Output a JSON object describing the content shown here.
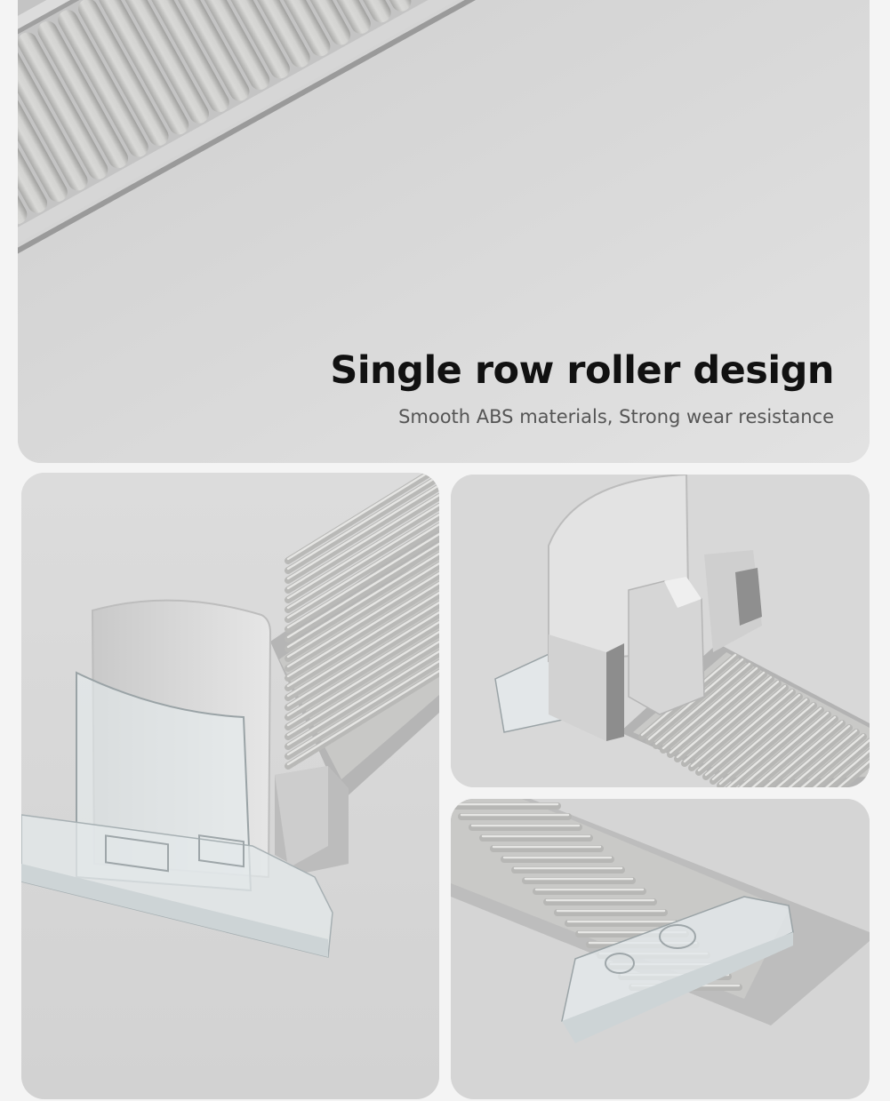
{
  "headline": {
    "title": "Single row roller design",
    "subtitle": "Smooth ABS materials, Strong wear resistance"
  },
  "palette": {
    "background": "#f4f4f4",
    "panel": "#d9d9d9",
    "roller": "#cfcfcd",
    "rail": "#b9b9b9",
    "title_text": "#111111",
    "subtitle_text": "#555555"
  },
  "images": [
    {
      "name": "roller-track-closeup"
    },
    {
      "name": "pusher-with-acrylic-front-plate"
    },
    {
      "name": "pusher-back-view"
    },
    {
      "name": "acrylic-front-stop-on-track"
    }
  ]
}
